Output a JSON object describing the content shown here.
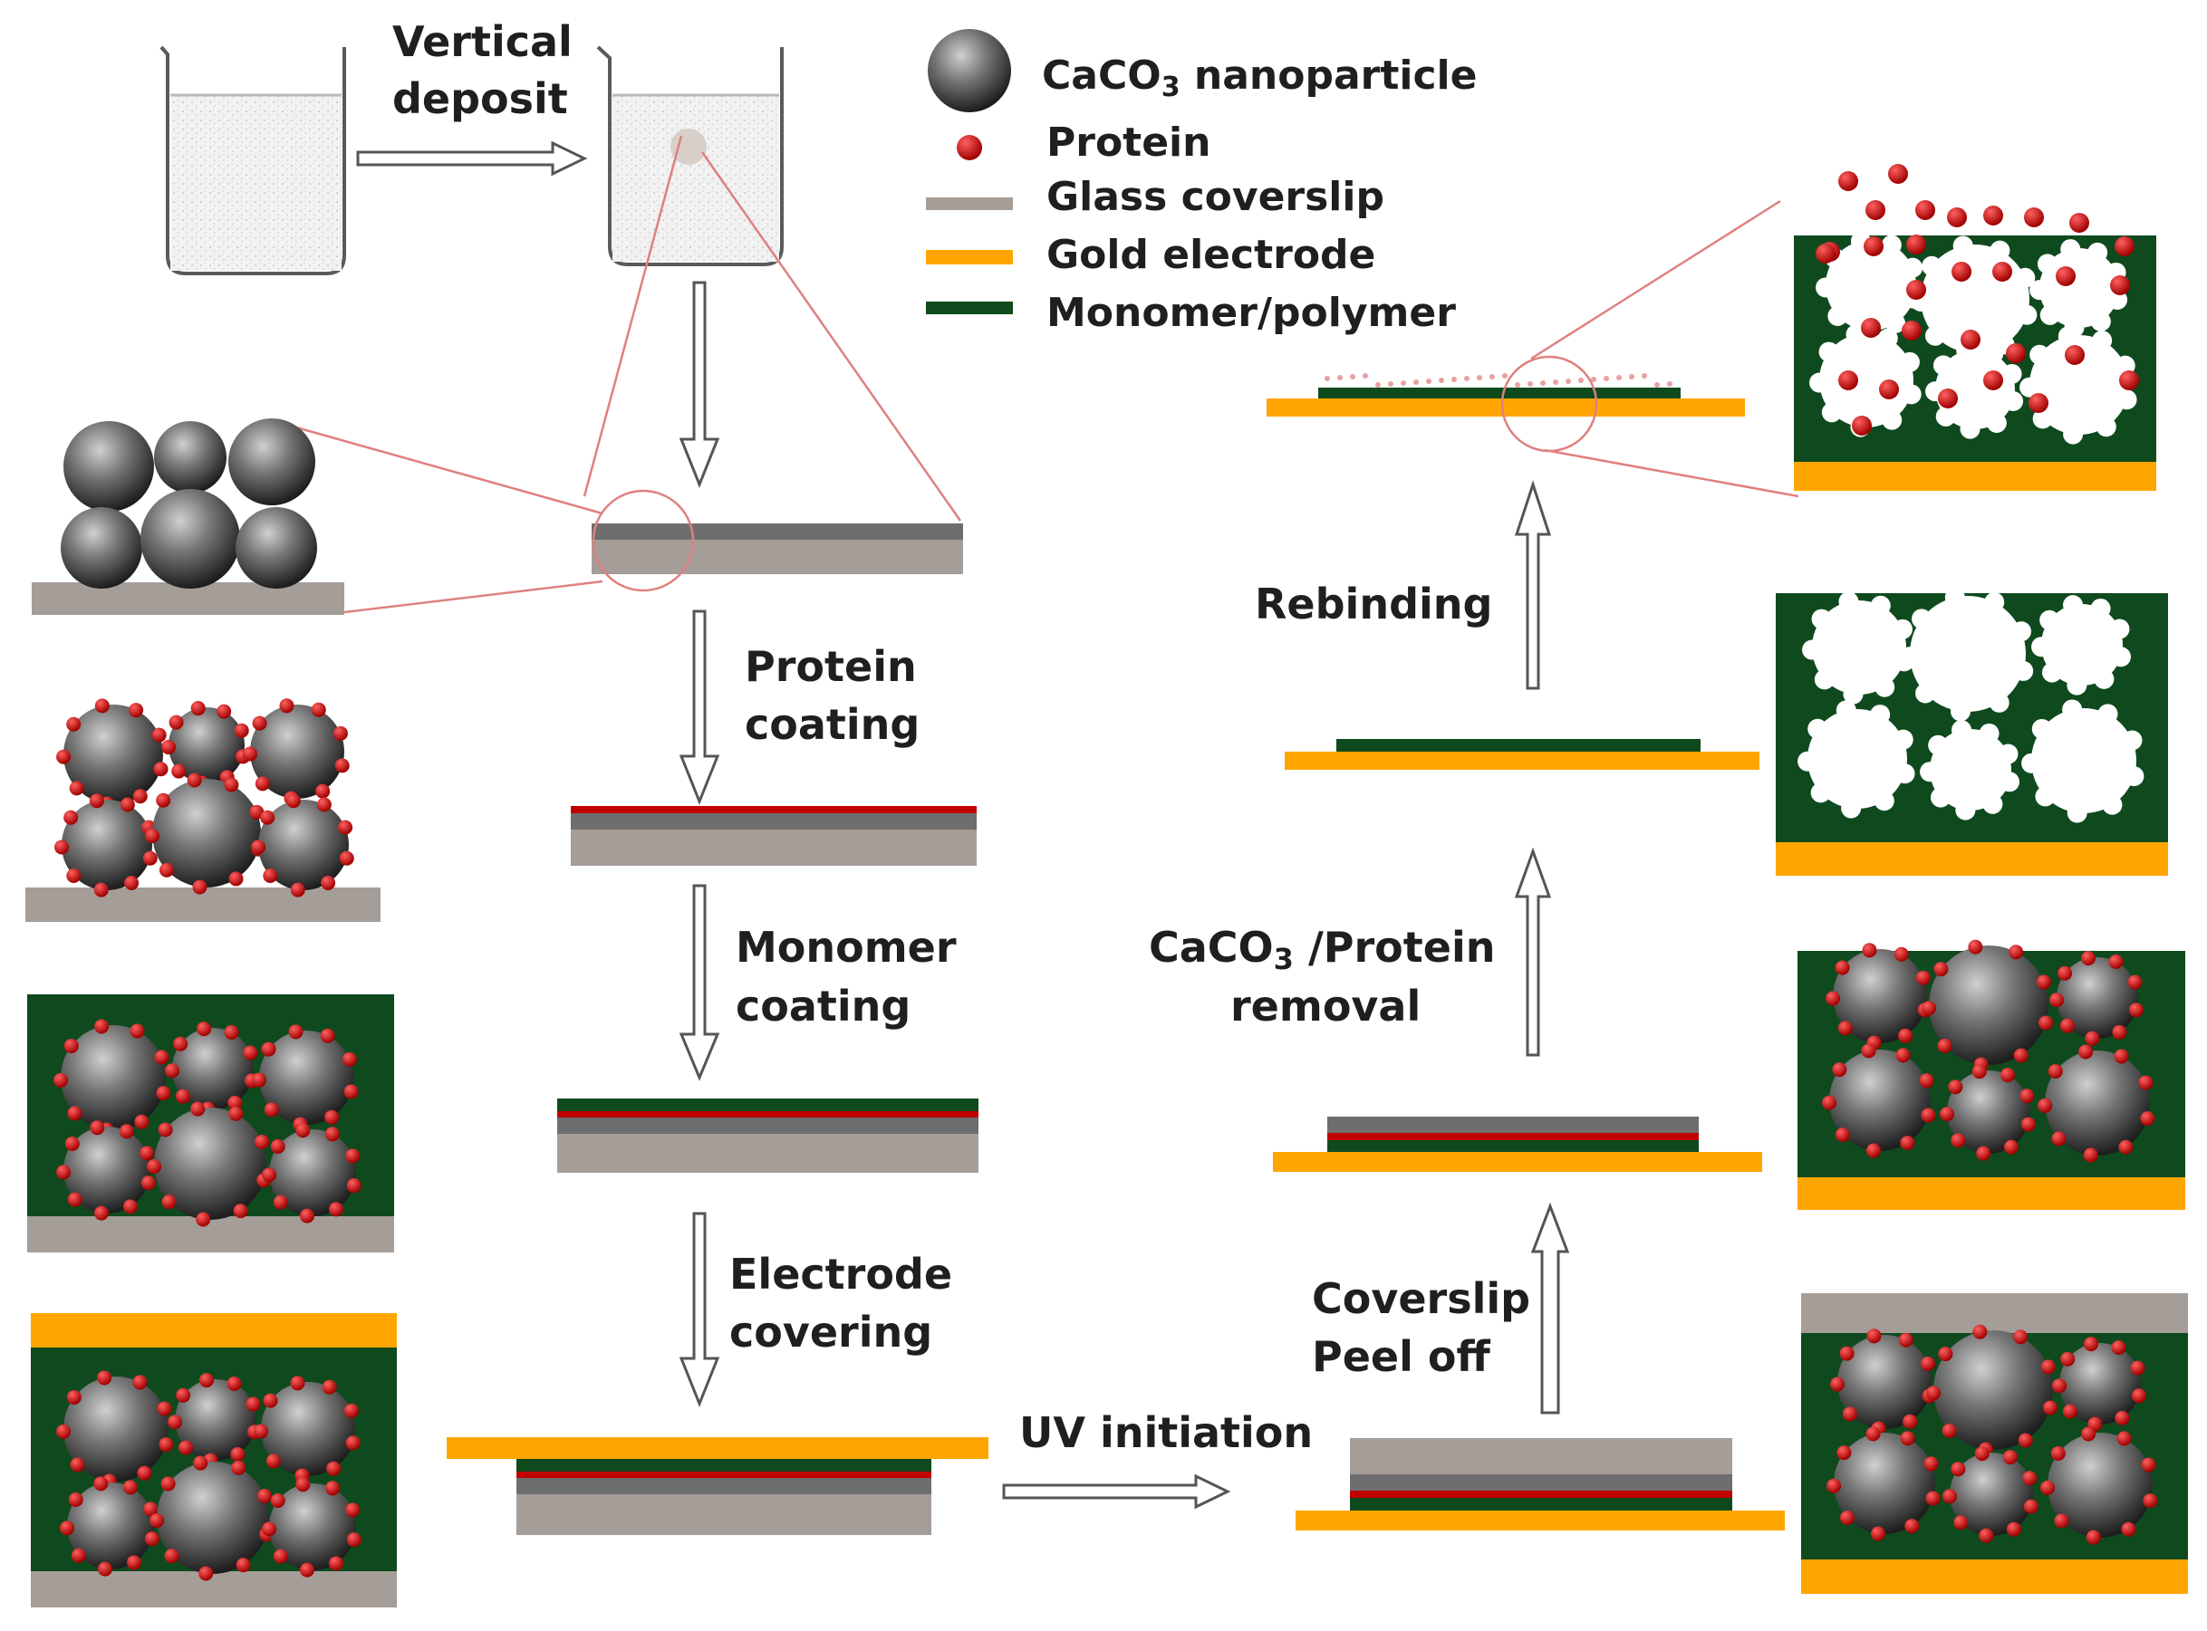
{
  "legend": {
    "nanoparticle": {
      "prefix": "CaCO",
      "subscript": "3",
      "suffix": " nanoparticle"
    },
    "protein": "Protein",
    "coverslip": "Glass coverslip",
    "electrode": "Gold electrode",
    "polymer": "Monomer/polymer"
  },
  "steps": {
    "vertical_deposit": [
      "Vertical",
      "deposit"
    ],
    "protein_coating": [
      "Protein",
      "coating"
    ],
    "monomer_coating": [
      "Monomer",
      "coating"
    ],
    "electrode_covering": [
      "Electrode",
      "covering"
    ],
    "uv_initiation": "UV initiation",
    "coverslip_peel": [
      "Coverslip",
      "Peel off"
    ],
    "removal": {
      "prefix": "CaCO",
      "subscript": "3",
      "suffix": " /Protein",
      "line2": "removal"
    },
    "rebinding": "Rebinding"
  },
  "colors": {
    "nanoparticle": "#4a4a4a",
    "protein": "#c00000",
    "coverslip": "#a59d98",
    "electrode": "#ffa500",
    "polymer": "#0f4a1e",
    "zoom_line": "#e08080",
    "arrow": "#555555"
  }
}
